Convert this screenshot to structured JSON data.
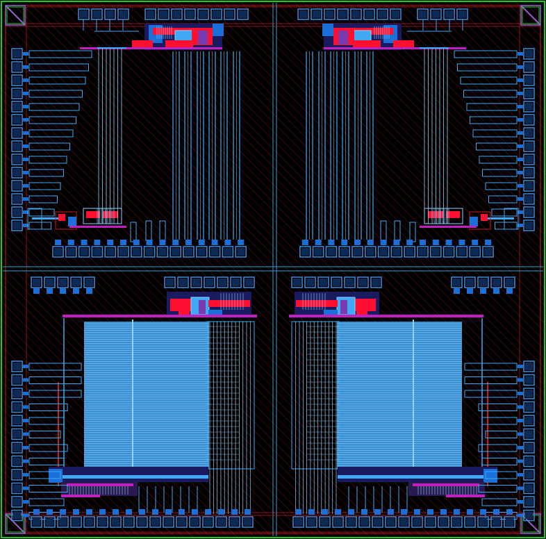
{
  "layout_view": {
    "colors": {
      "background": "#000000",
      "hatch": "#5a1010",
      "die_boundary": "#18d018",
      "pad_ring": "#c81e1e",
      "pad_frame": "#3f8bd6",
      "pad_fill": "#1a6fd8",
      "metal_route": "#3fa9f5",
      "metal_light": "#8fd0ff",
      "array_fill": "#3a8fd0",
      "supply_rail": "#c020c0",
      "poly": "#ff1030",
      "diffusion": "#7a3ab0",
      "quadrant_line": "#2f9fd9",
      "corner_marker": "#9a60d0"
    },
    "quadrants": [
      "top-left",
      "top-right",
      "bottom-left",
      "bottom-right"
    ]
  }
}
